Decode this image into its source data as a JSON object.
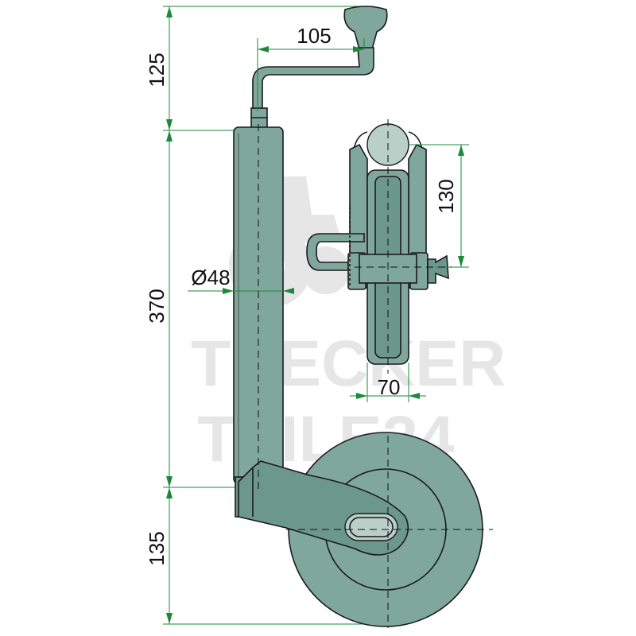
{
  "dimensions": {
    "crank_height": "125",
    "crank_reach": "105",
    "tube_length": "370",
    "tube_diameter": "Ø48",
    "wheel_height": "135",
    "clamp_height": "130",
    "wheel_width": "70"
  },
  "watermark": {
    "line1": "TRECKER",
    "line2": "TEILE24"
  },
  "colors": {
    "part_fill": "#7fa79b",
    "dimension_line": "#1a8a3a",
    "watermark": "#e6e6e6"
  }
}
